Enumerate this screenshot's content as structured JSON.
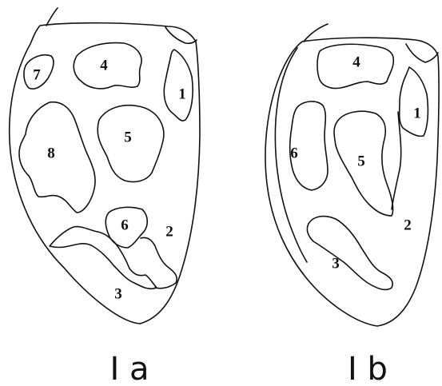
{
  "figures": [
    {
      "caption": "I a",
      "regions": [
        "7",
        "4",
        "1",
        "8",
        "5",
        "6",
        "2",
        "3"
      ]
    },
    {
      "caption": "I b",
      "regions": [
        "4",
        "1",
        "6",
        "5",
        "2",
        "3"
      ]
    }
  ]
}
